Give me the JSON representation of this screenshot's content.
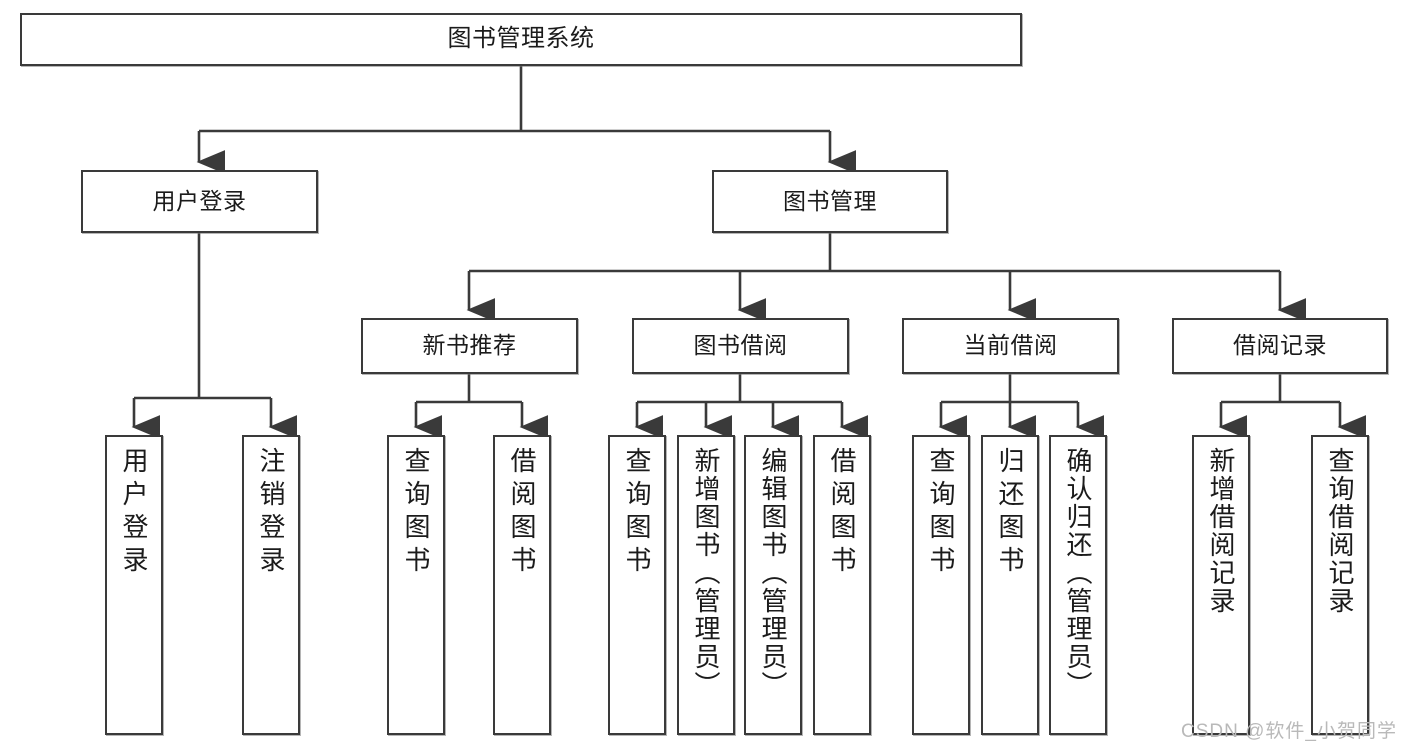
{
  "diagram": {
    "title": "图书管理系统",
    "type": "tree-hierarchy",
    "watermark": "CSDN @软件_小贺同学",
    "colors": {
      "box_border": "#3a3a3a",
      "box_fill": "#ffffff",
      "connector": "#3a3a3a",
      "text": "#1b1b1b",
      "watermark": "#b9b9b9"
    },
    "nodes": {
      "root": {
        "label": "图书管理系统"
      },
      "level2": [
        {
          "id": "user-login",
          "label": "用户登录"
        },
        {
          "id": "book-manage",
          "label": "图书管理"
        }
      ],
      "level3": [
        {
          "id": "new-book-rec",
          "label": "新书推荐"
        },
        {
          "id": "book-borrow",
          "label": "图书借阅"
        },
        {
          "id": "current-borrow",
          "label": "当前借阅"
        },
        {
          "id": "borrow-record",
          "label": "借阅记录"
        }
      ],
      "leaves": {
        "user_login": [
          {
            "id": "leaf-user-login",
            "label": "用户登录"
          },
          {
            "id": "leaf-logout-login",
            "label": "注销登录"
          }
        ],
        "new_book_rec": [
          {
            "id": "leaf-query-book-1",
            "label": "查询图书"
          },
          {
            "id": "leaf-borrow-book-1",
            "label": "借阅图书"
          }
        ],
        "book_borrow": [
          {
            "id": "leaf-query-book-2",
            "label": "查询图书"
          },
          {
            "id": "leaf-add-book",
            "label": "新增图书（管理员）"
          },
          {
            "id": "leaf-edit-book",
            "label": "编辑图书（管理员）"
          },
          {
            "id": "leaf-borrow-book-2",
            "label": "借阅图书"
          }
        ],
        "current_borrow": [
          {
            "id": "leaf-query-book-3",
            "label": "查询图书"
          },
          {
            "id": "leaf-return-book",
            "label": "归还图书"
          },
          {
            "id": "leaf-confirm-return",
            "label": "确认归还（管理员）"
          }
        ],
        "borrow_record": [
          {
            "id": "leaf-add-record",
            "label": "新增借阅记录"
          },
          {
            "id": "leaf-query-record",
            "label": "查询借阅记录"
          }
        ]
      }
    }
  }
}
